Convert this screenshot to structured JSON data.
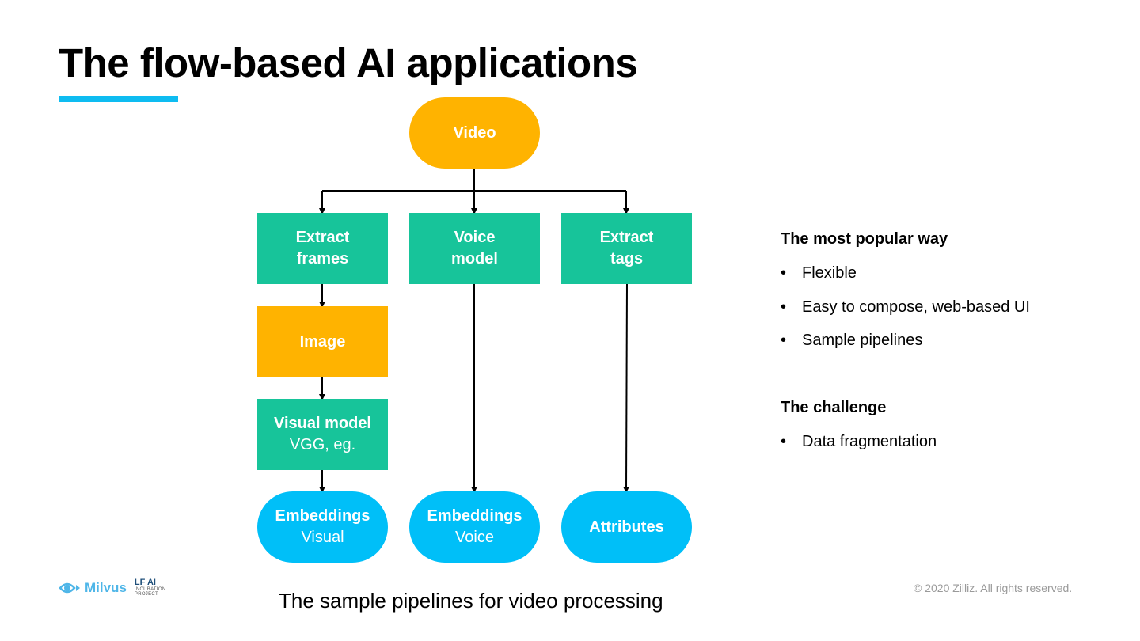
{
  "slide": {
    "title": "The flow-based AI applications",
    "accent_color": "#0ebcf1"
  },
  "diagram": {
    "colors": {
      "source": "#ffb300",
      "model": "#17c49a",
      "output": "#00bff8"
    },
    "nodes": {
      "video": {
        "line1": "Video"
      },
      "extract_frames": {
        "line1": "Extract",
        "line2": "frames"
      },
      "voice_model": {
        "line1": "Voice",
        "line2": "model"
      },
      "extract_tags": {
        "line1": "Extract",
        "line2": "tags"
      },
      "image": {
        "line1": "Image"
      },
      "visual_model": {
        "line1": "Visual model",
        "line2": "VGG, eg."
      },
      "embeddings_visual": {
        "line1": "Embeddings",
        "line2": "Visual"
      },
      "embeddings_voice": {
        "line1": "Embeddings",
        "line2": "Voice"
      },
      "attributes": {
        "line1": "Attributes"
      }
    },
    "edges": [
      [
        "Video",
        "Extract frames"
      ],
      [
        "Video",
        "Voice model"
      ],
      [
        "Video",
        "Extract tags"
      ],
      [
        "Extract frames",
        "Image"
      ],
      [
        "Image",
        "Visual model"
      ],
      [
        "Visual model",
        "Embeddings Visual"
      ],
      [
        "Voice model",
        "Embeddings Voice"
      ],
      [
        "Extract tags",
        "Attributes"
      ]
    ],
    "caption": "The sample pipelines for video processing"
  },
  "side": {
    "section1": {
      "heading": "The most popular way",
      "items": [
        "Flexible",
        "Easy to compose, web-based UI",
        "Sample pipelines"
      ]
    },
    "section2": {
      "heading": "The challenge",
      "items": [
        "Data fragmentation"
      ]
    },
    "bullet": "•"
  },
  "footer": {
    "logo_text": "Milvus",
    "lfai_text": "LF AI",
    "lfai_sub1": "INCUBATION",
    "lfai_sub2": "PROJECT",
    "copyright": "© 2020 Zilliz. All rights reserved."
  }
}
